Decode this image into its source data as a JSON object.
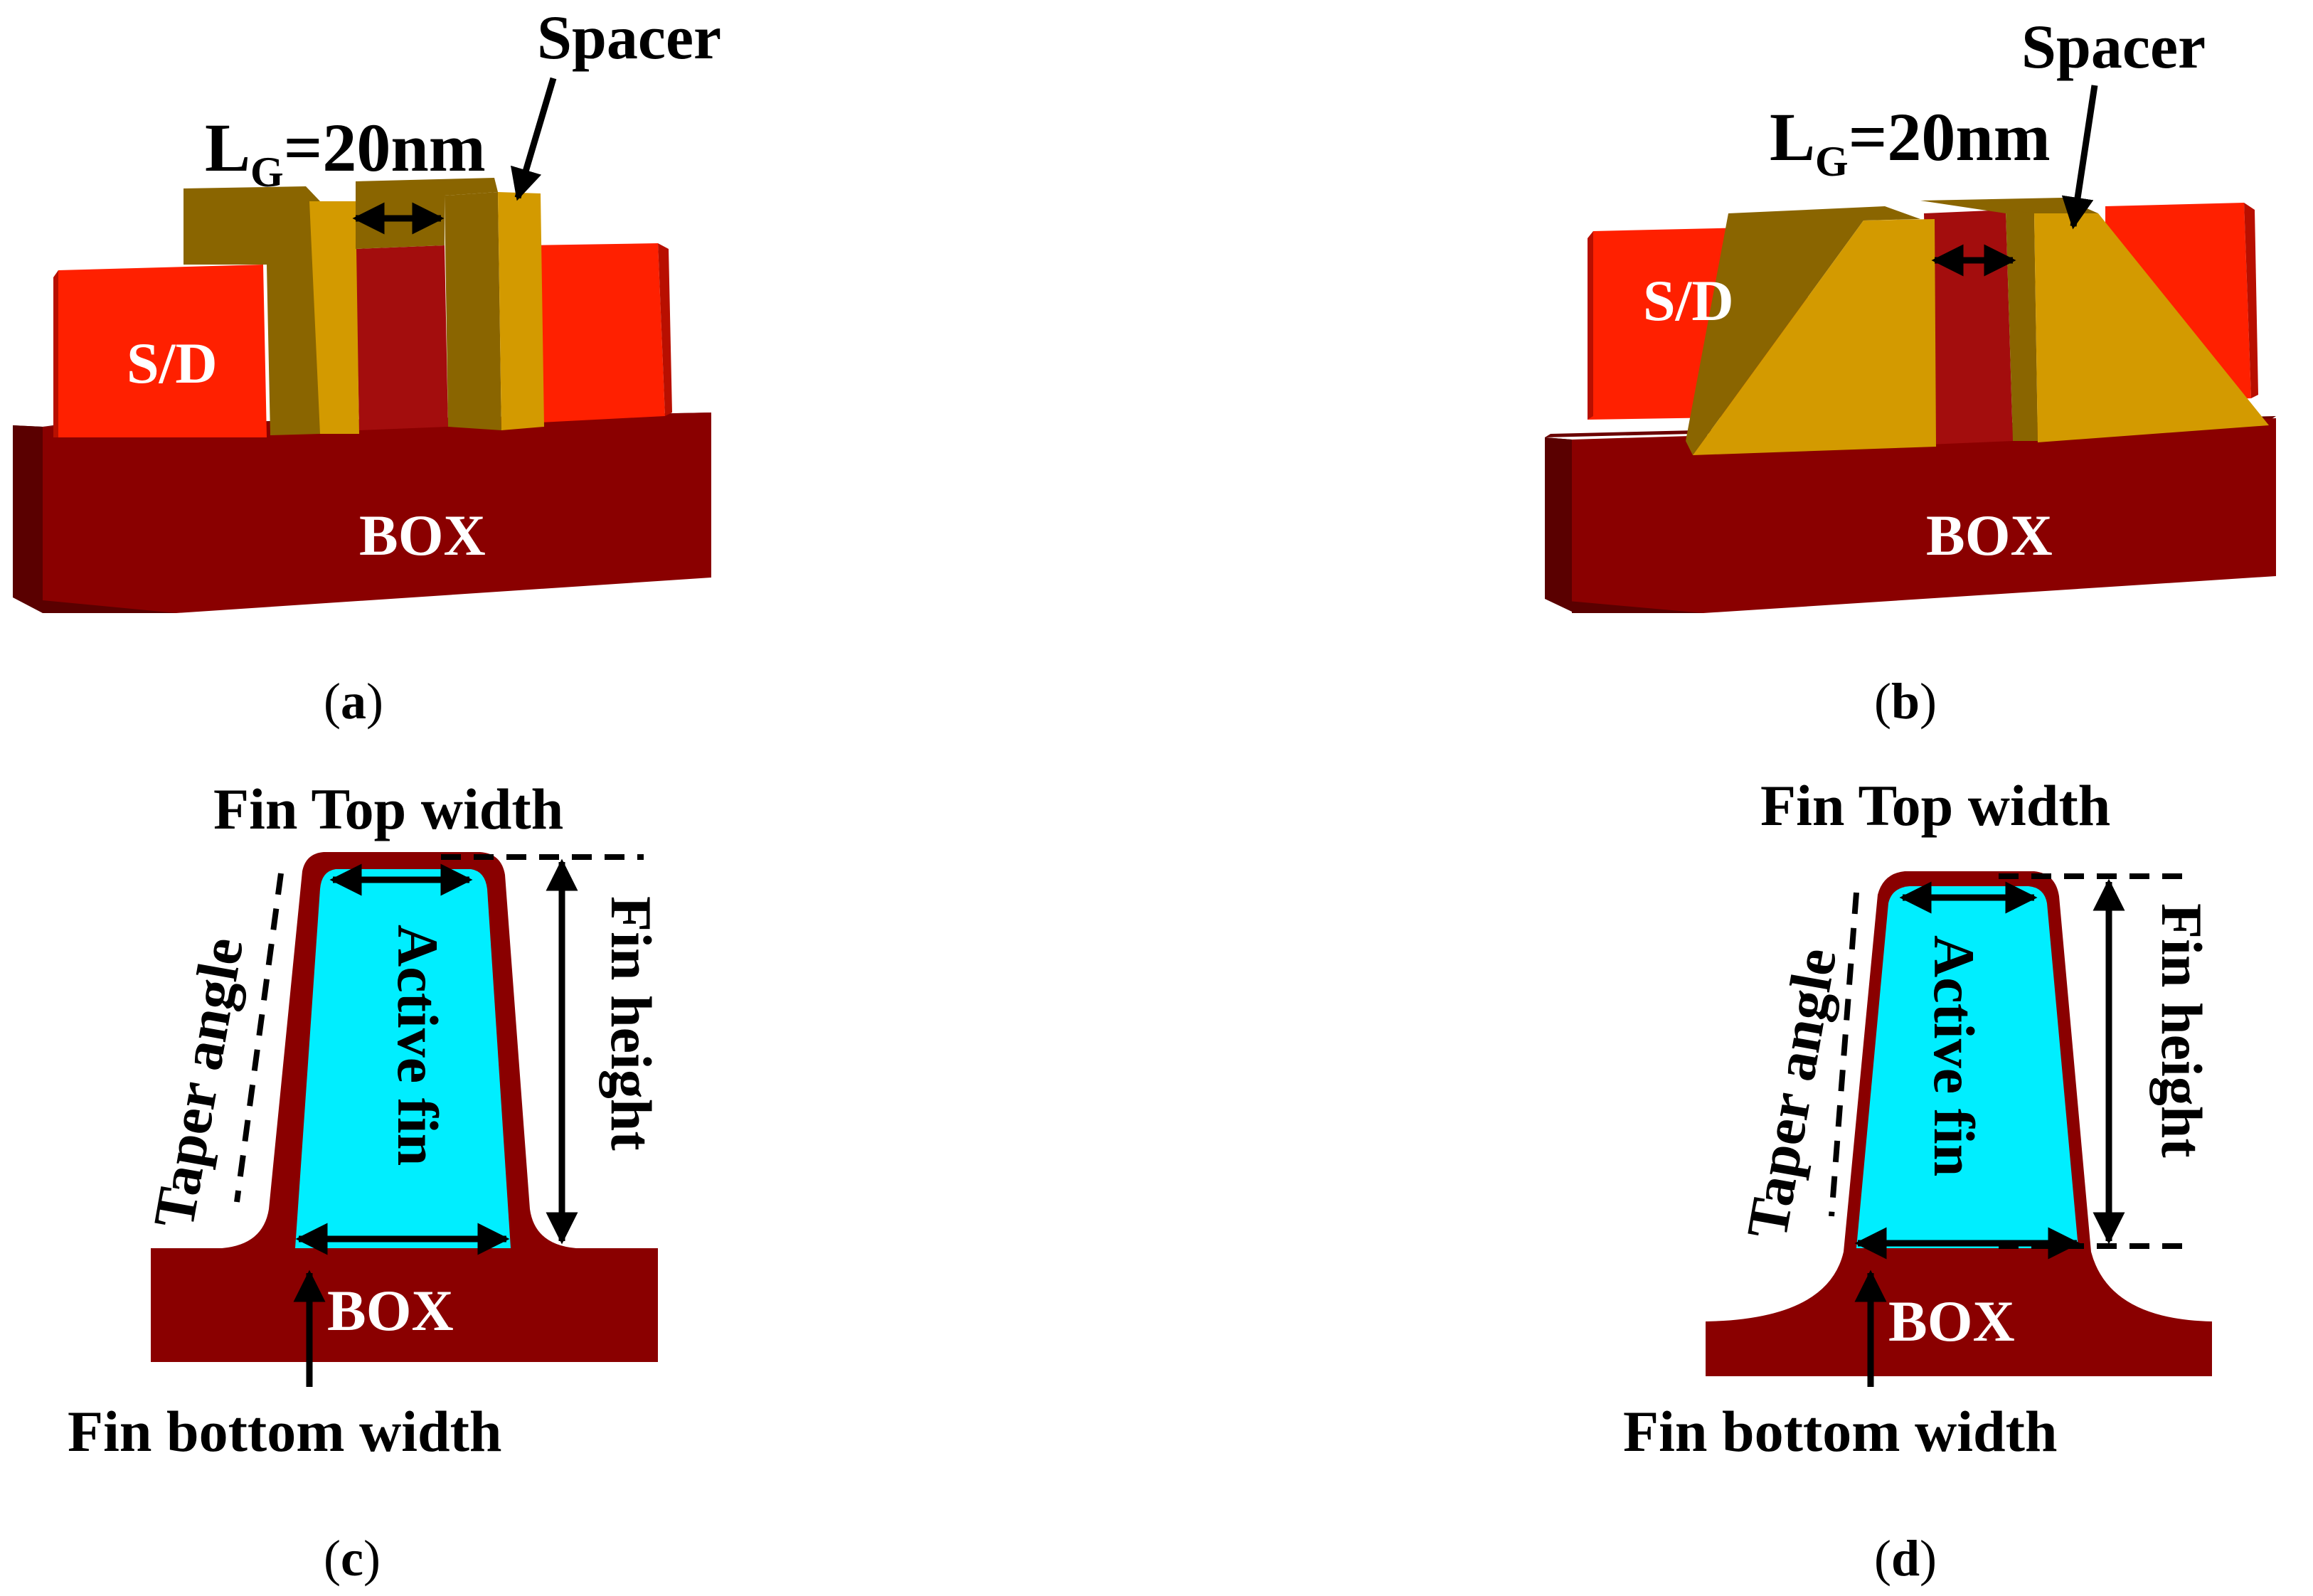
{
  "colors": {
    "box_front": "#8a0000",
    "box_top": "#7a0000",
    "box_side": "#5a0000",
    "sd_red": "#ff2000",
    "sd_dark": "#b80f00",
    "spacer_gold": "#d39a00",
    "spacer_dark": "#8a6500",
    "channel_dark": "#a30d0d",
    "fin_cyan": "#00eeff",
    "label_white": "#ffffff",
    "label_black": "#000000"
  },
  "panel_a": {
    "spacer_label": "Spacer",
    "lg_label": "L",
    "lg_sub": "G",
    "lg_value": "=20nm",
    "sd_label": "S/D",
    "box_label": "BOX",
    "caption_open": "(",
    "caption_letter": "a",
    "caption_close": ")"
  },
  "panel_b": {
    "spacer_label": "Spacer",
    "lg_label": "L",
    "lg_sub": "G",
    "lg_value": "=20nm",
    "sd_label": "S/D",
    "box_label": "BOX",
    "caption_open": "(",
    "caption_letter": "b",
    "caption_close": ")"
  },
  "panel_c": {
    "top_width_label": "Fin Top width",
    "taper_label": "Taper angle",
    "active_fin_label": "Active fin",
    "fin_height_label": "Fin height",
    "box_label": "BOX",
    "bottom_width_label": "Fin bottom width",
    "caption_open": "(",
    "caption_letter": "c",
    "caption_close": ")"
  },
  "panel_d": {
    "top_width_label": "Fin Top width",
    "taper_label": "Taper angle",
    "active_fin_label": "Active fin",
    "fin_height_label": "Fin height",
    "box_label": "BOX",
    "bottom_width_label": "Fin bottom width",
    "caption_open": "(",
    "caption_letter": "d",
    "caption_close": ")"
  }
}
